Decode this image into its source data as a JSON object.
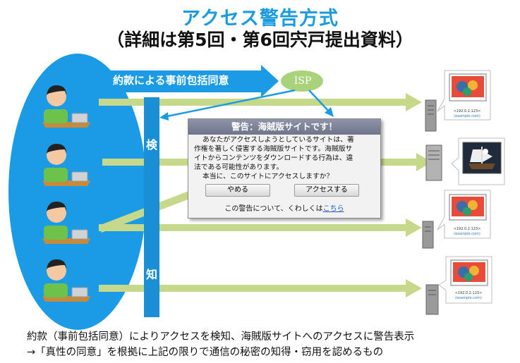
{
  "title": "アクセス警告方式",
  "subtitle": "（詳細は第5回・第6回宍戸提出資料）",
  "consent_label": "約款による事前包括同意",
  "isp_label": "ISP",
  "detect_label_top": "検",
  "detect_label_bottom": "知",
  "dialog": {
    "title": "警告：海賊版サイトです！",
    "body_line1": "あなたがアクセスしようとしているサイトは、著",
    "body_line2": "作権を著しく侵害する海賊版サイトです。海賊版サ",
    "body_line3": "イトからコンテンツをダウンロードする行為は、違",
    "body_line4": "法である可能性があります。",
    "body_line5": "本当に、このサイトにアクセスしますか？",
    "cancel_button": "やめる",
    "access_button": "アクセスする",
    "footer_text": "この警告について、くわしくは",
    "footer_link": "こちら"
  },
  "sites": [
    {
      "ip": "<192.0.2.123>",
      "domain": "(example.com)"
    },
    {
      "ip": "<192.0.2.123>",
      "domain": "(example.com)"
    },
    {
      "ip": "<192.0.2.123>",
      "domain": "(example.com)"
    }
  ],
  "bottom_line1": "約款（事前包括同意）によりアクセスを検知、海賊版サイトへのアクセスに警告表示",
  "bottom_line2": "→「真性の同意」を根拠に上記の限りで通信の秘密の知得・窃用を認めるもの",
  "colors": {
    "title": "#1a9be0",
    "ellipse": "#1b9be5",
    "bar": "#1b8fd6",
    "arrow": "#c6d98a",
    "isp": "#a9d37a"
  }
}
